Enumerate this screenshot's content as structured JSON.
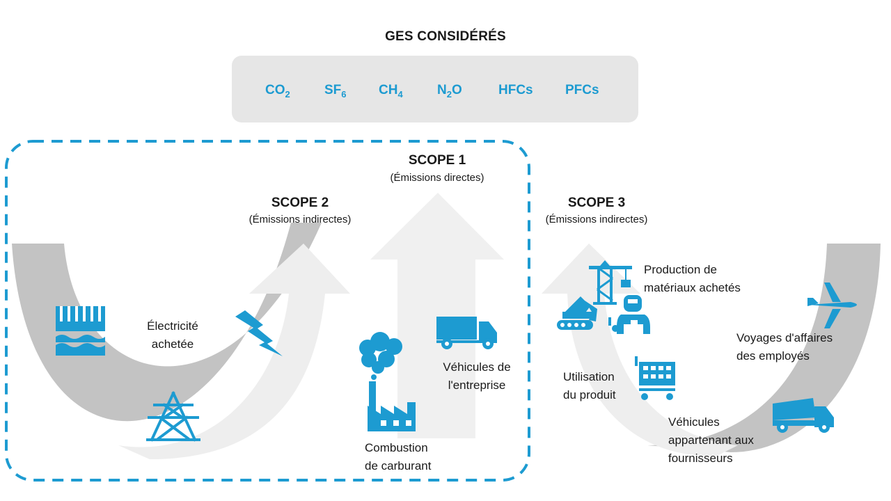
{
  "title": "GES CONSIDÉRÉS",
  "gases": [
    {
      "base": "CO",
      "sub": "2"
    },
    {
      "base": "SF",
      "sub": "6"
    },
    {
      "base": "CH",
      "sub": "4"
    },
    {
      "base": "N",
      "sub": "2",
      "rest": "O"
    },
    {
      "base": "HFCs",
      "sub": ""
    },
    {
      "base": "PFCs",
      "sub": ""
    }
  ],
  "scope1": {
    "title": "SCOPE 1",
    "subtitle": "(Émissions directes)"
  },
  "scope2": {
    "title": "SCOPE 2",
    "subtitle": "(Émissions indirectes)"
  },
  "scope3": {
    "title": "SCOPE 3",
    "subtitle": "(Émissions indirectes)"
  },
  "labels": {
    "electricity": [
      "Électricité",
      "achetée"
    ],
    "vehicles_company": [
      "Véhicules de",
      "l'entreprise"
    ],
    "combustion": [
      "Combustion",
      "de carburant"
    ],
    "materials": [
      "Production de",
      "matériaux achetés"
    ],
    "product_use": [
      "Utilisation",
      "du produit"
    ],
    "business_travel": [
      "Voyages d'affaires",
      "des employés"
    ],
    "supplier_vehicles": [
      "Véhicules",
      "appartenant aux",
      "fournisseurs"
    ]
  },
  "colors": {
    "accent": "#1d9bd1",
    "arc_gray": "#c3c3c3",
    "arrow_light": "#eeeeee",
    "box": "#e6e6e6"
  }
}
